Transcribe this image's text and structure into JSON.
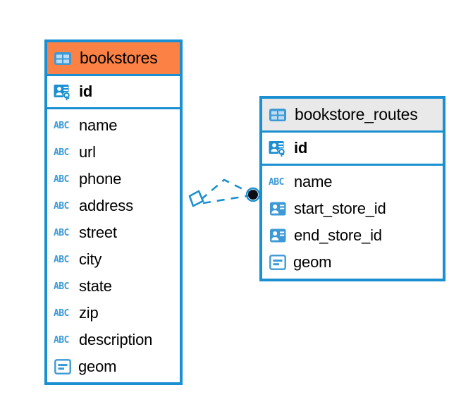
{
  "diagram": {
    "type": "entity-relationship-diagram",
    "background_color": "#ffffff",
    "accent_color": "#1a8fd1",
    "highlight_color": "#fc8144",
    "entities": [
      {
        "name": "bookstores",
        "header_style": "highlighted",
        "header_color": "#fc8144",
        "table_icon": "table-icon",
        "primary_key": {
          "label": "id",
          "icon": "primary-key-icon"
        },
        "fields": [
          {
            "label": "name",
            "icon": "abc-text-icon",
            "icon_text": "ABC"
          },
          {
            "label": "url",
            "icon": "abc-text-icon",
            "icon_text": "ABC"
          },
          {
            "label": "phone",
            "icon": "abc-text-icon",
            "icon_text": "ABC"
          },
          {
            "label": "address",
            "icon": "abc-text-icon",
            "icon_text": "ABC"
          },
          {
            "label": "street",
            "icon": "abc-text-icon",
            "icon_text": "ABC"
          },
          {
            "label": "city",
            "icon": "abc-text-icon",
            "icon_text": "ABC"
          },
          {
            "label": "state",
            "icon": "abc-text-icon",
            "icon_text": "ABC"
          },
          {
            "label": "zip",
            "icon": "abc-text-icon",
            "icon_text": "ABC"
          },
          {
            "label": "description",
            "icon": "abc-text-icon",
            "icon_text": "ABC"
          },
          {
            "label": "geom",
            "icon": "geometry-icon",
            "icon_text": ""
          }
        ]
      },
      {
        "name": "bookstore_routes",
        "header_style": "normal",
        "header_color": "#e9e9e9",
        "table_icon": "table-icon",
        "primary_key": {
          "label": "id",
          "icon": "primary-key-icon"
        },
        "fields": [
          {
            "label": "name",
            "icon": "abc-text-icon",
            "icon_text": "ABC"
          },
          {
            "label": "start_store_id",
            "icon": "foreign-key-icon",
            "icon_text": ""
          },
          {
            "label": "end_store_id",
            "icon": "foreign-key-icon",
            "icon_text": ""
          },
          {
            "label": "geom",
            "icon": "geometry-icon",
            "icon_text": ""
          }
        ]
      }
    ],
    "relationship": {
      "name": "bookstores-to-bookstore-routes",
      "line_style": "dashed",
      "line_color": "#1a8fd1",
      "source_endpoint": "diamond",
      "target_endpoint": "filled-circle"
    }
  }
}
